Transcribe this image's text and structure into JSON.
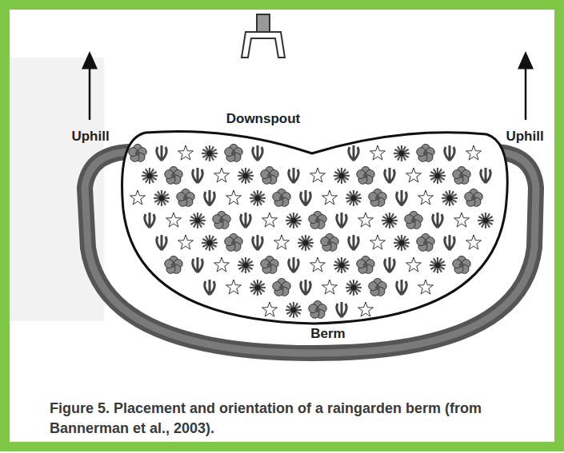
{
  "diagram": {
    "caption": "Figure 5. Placement and orientation of a raingarden berm (from Bannerman et al., 2003).",
    "labels": [
      "Uphill",
      "Downspout",
      "Uphill",
      "Berm"
    ]
  }
}
